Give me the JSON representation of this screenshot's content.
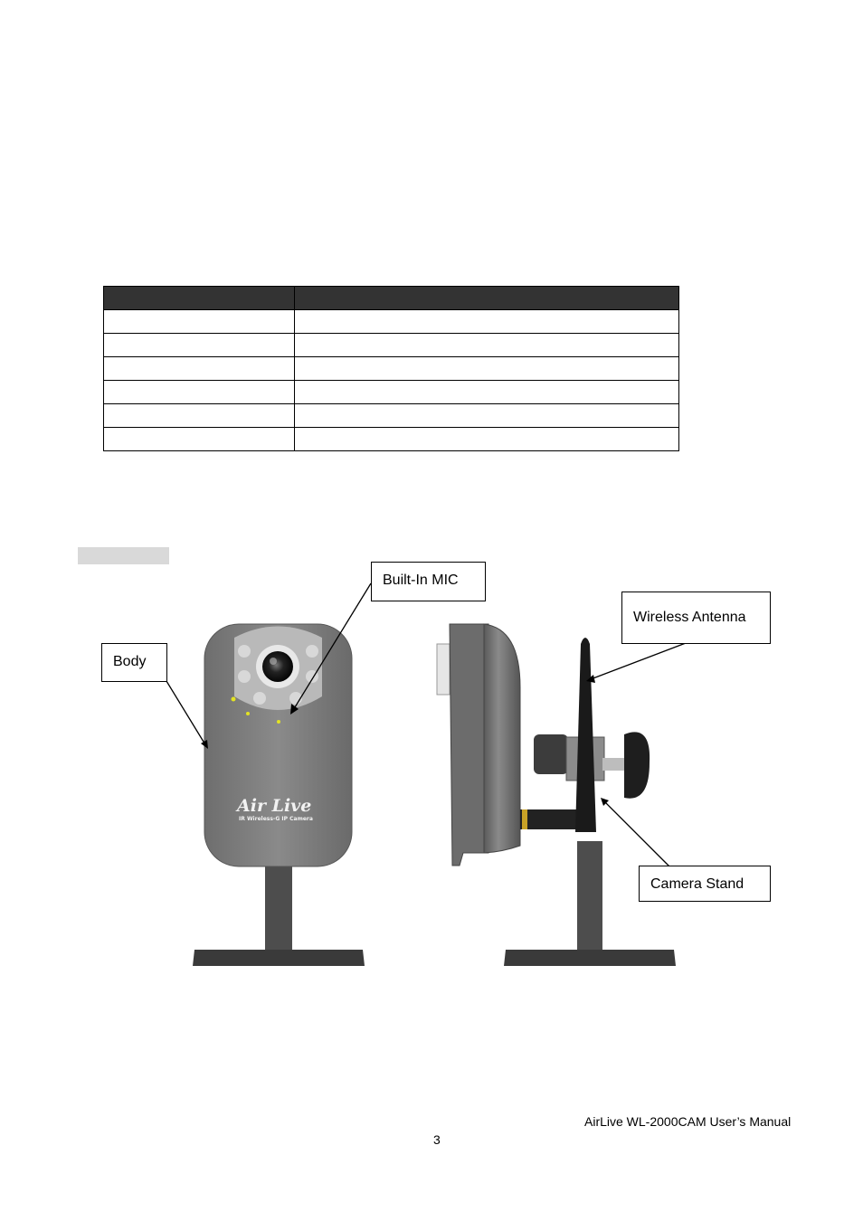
{
  "spec_table": {
    "columns": [
      "",
      ""
    ],
    "rows": [
      [
        "",
        ""
      ],
      [
        "",
        ""
      ],
      [
        "",
        ""
      ],
      [
        "",
        ""
      ],
      [
        "",
        ""
      ],
      [
        "",
        ""
      ]
    ]
  },
  "callouts": {
    "built_in_mic": "Built-In MIC",
    "body": "Body",
    "wireless_antenna": "Wireless Antenna",
    "camera_stand": "Camera Stand"
  },
  "camera_logo": {
    "brand": "Air Live",
    "model_line": "IR Wireless-G IP Camera"
  },
  "footer": {
    "manual_title": "AirLive WL-2000CAM User’s Manual",
    "page_number": "3"
  }
}
